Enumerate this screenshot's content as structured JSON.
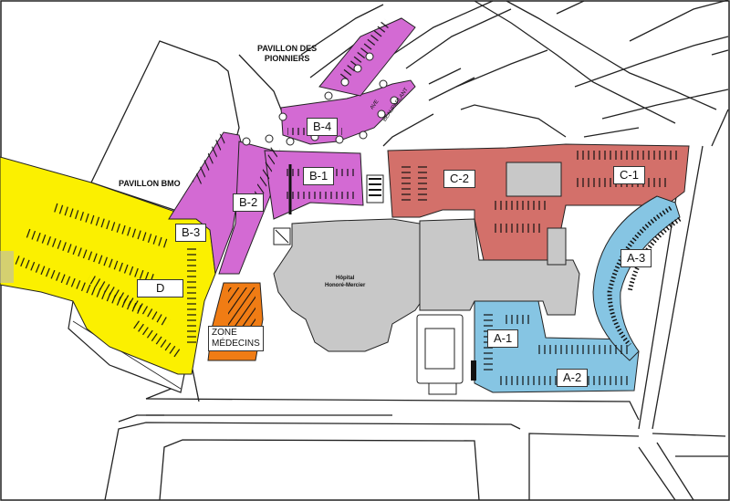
{
  "buildings": {
    "pavillon_pionniers": [
      "PAVILLON DES",
      "PIONNIERS"
    ],
    "pavillon_bmo": "PAVILLON BMO",
    "hopital": [
      "Hôpital",
      "Honoré-Mercier"
    ]
  },
  "street": [
    "AVE",
    "BEAUPARLANT"
  ],
  "zones": [
    {
      "id": "A-1",
      "label": "A-1",
      "color": "#86c5e3"
    },
    {
      "id": "A-2",
      "label": "A-2",
      "color": "#86c5e3"
    },
    {
      "id": "A-3",
      "label": "A-3",
      "color": "#86c5e3"
    },
    {
      "id": "B-1",
      "label": "B-1",
      "color": "#d36ad3"
    },
    {
      "id": "B-2",
      "label": "B-2",
      "color": "#d36ad3"
    },
    {
      "id": "B-3",
      "label": "B-3",
      "color": "#d36ad3"
    },
    {
      "id": "B-4",
      "label": "B-4",
      "color": "#d36ad3"
    },
    {
      "id": "C-1",
      "label": "C-1",
      "color": "#d3706a"
    },
    {
      "id": "C-2",
      "label": "C-2",
      "color": "#d3706a"
    },
    {
      "id": "D",
      "label": "D",
      "color": "#fbf000"
    }
  ],
  "zone_medecins": {
    "line1": "ZONE",
    "line2": "MÉDECINS",
    "color": "#f07c14"
  },
  "colors": {
    "building": "#c8c8c8",
    "road_line": "#222222",
    "background": "#ffffff"
  }
}
